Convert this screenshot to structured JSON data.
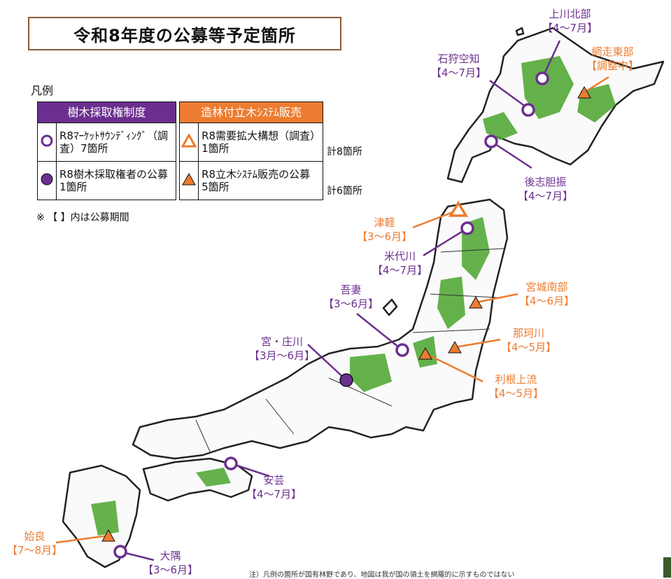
{
  "title": "令和8年度の公募等予定箇所",
  "legend": {
    "caption": "凡例",
    "headers": {
      "left": "樹木採取権制度",
      "right": "造林付立木ｼｽﾃﾑ販売"
    },
    "rows": [
      {
        "left_text": "R8ﾏｰｹｯﾄｻｳﾝﾃﾞｨﾝｸﾞ（調査）7箇所",
        "right_text": "R8需要拡大構想（調査）1箇所",
        "total": "計8箇所"
      },
      {
        "left_text": "R8樹木採取権者の公募 1箇所",
        "right_text": "R8立木ｼｽﾃﾑ販売の公募 5箇所",
        "total": "計6箇所"
      }
    ],
    "note": "※ 【 】内は公募期間"
  },
  "colors": {
    "purple": "#6b2f8f",
    "orange": "#ec7c30",
    "forest": "#4aa52e",
    "border": "#111111"
  },
  "locations": [
    {
      "name": "上川北部",
      "period": "【4～7月】",
      "category": "market-sounding",
      "color": "purple"
    },
    {
      "name": "網走東部",
      "period": "【調整中】",
      "category": "standing-timber-sale",
      "color": "orange"
    },
    {
      "name": "石狩空知",
      "period": "【4～7月】",
      "category": "market-sounding",
      "color": "purple"
    },
    {
      "name": "後志胆振",
      "period": "【4～7月】",
      "category": "market-sounding",
      "color": "purple"
    },
    {
      "name": "津軽",
      "period": "【3～6月】",
      "category": "demand-survey",
      "color": "orange"
    },
    {
      "name": "米代川",
      "period": "【4～7月】",
      "category": "market-sounding",
      "color": "purple"
    },
    {
      "name": "宮城南部",
      "period": "【4～6月】",
      "category": "standing-timber-sale",
      "color": "orange"
    },
    {
      "name": "吾妻",
      "period": "【3～6月】",
      "category": "market-sounding",
      "color": "purple"
    },
    {
      "name": "那珂川",
      "period": "【4～5月】",
      "category": "standing-timber-sale",
      "color": "orange"
    },
    {
      "name": "宮・庄川",
      "period": "【3月～6月】",
      "category": "harvest-right",
      "color": "purple"
    },
    {
      "name": "利根上流",
      "period": "【4～5月】",
      "category": "standing-timber-sale",
      "color": "orange"
    },
    {
      "name": "安芸",
      "period": "【4～7月】",
      "category": "market-sounding",
      "color": "purple"
    },
    {
      "name": "姶良",
      "period": "【7～8月】",
      "category": "standing-timber-sale",
      "color": "orange"
    },
    {
      "name": "大隅",
      "period": "【3～6月】",
      "category": "market-sounding",
      "color": "purple"
    }
  ],
  "footer_note": "注）凡例の箇所が国有林野であり、地図は我が国の領土を網羅的に示すものではない"
}
